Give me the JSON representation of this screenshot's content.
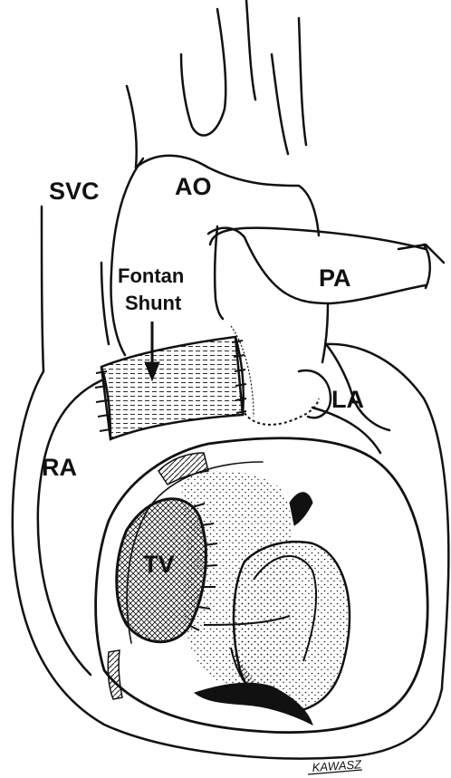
{
  "labels": {
    "svc": "SVC",
    "ao": "AO",
    "pa": "PA",
    "fontan_line1": "Fontan",
    "fontan_line2": "Shunt",
    "la": "LA",
    "ra": "RA",
    "tv": "TV"
  },
  "signature": "KAWASZ",
  "colors": {
    "ink": "#111111",
    "paper": "#ffffff"
  }
}
